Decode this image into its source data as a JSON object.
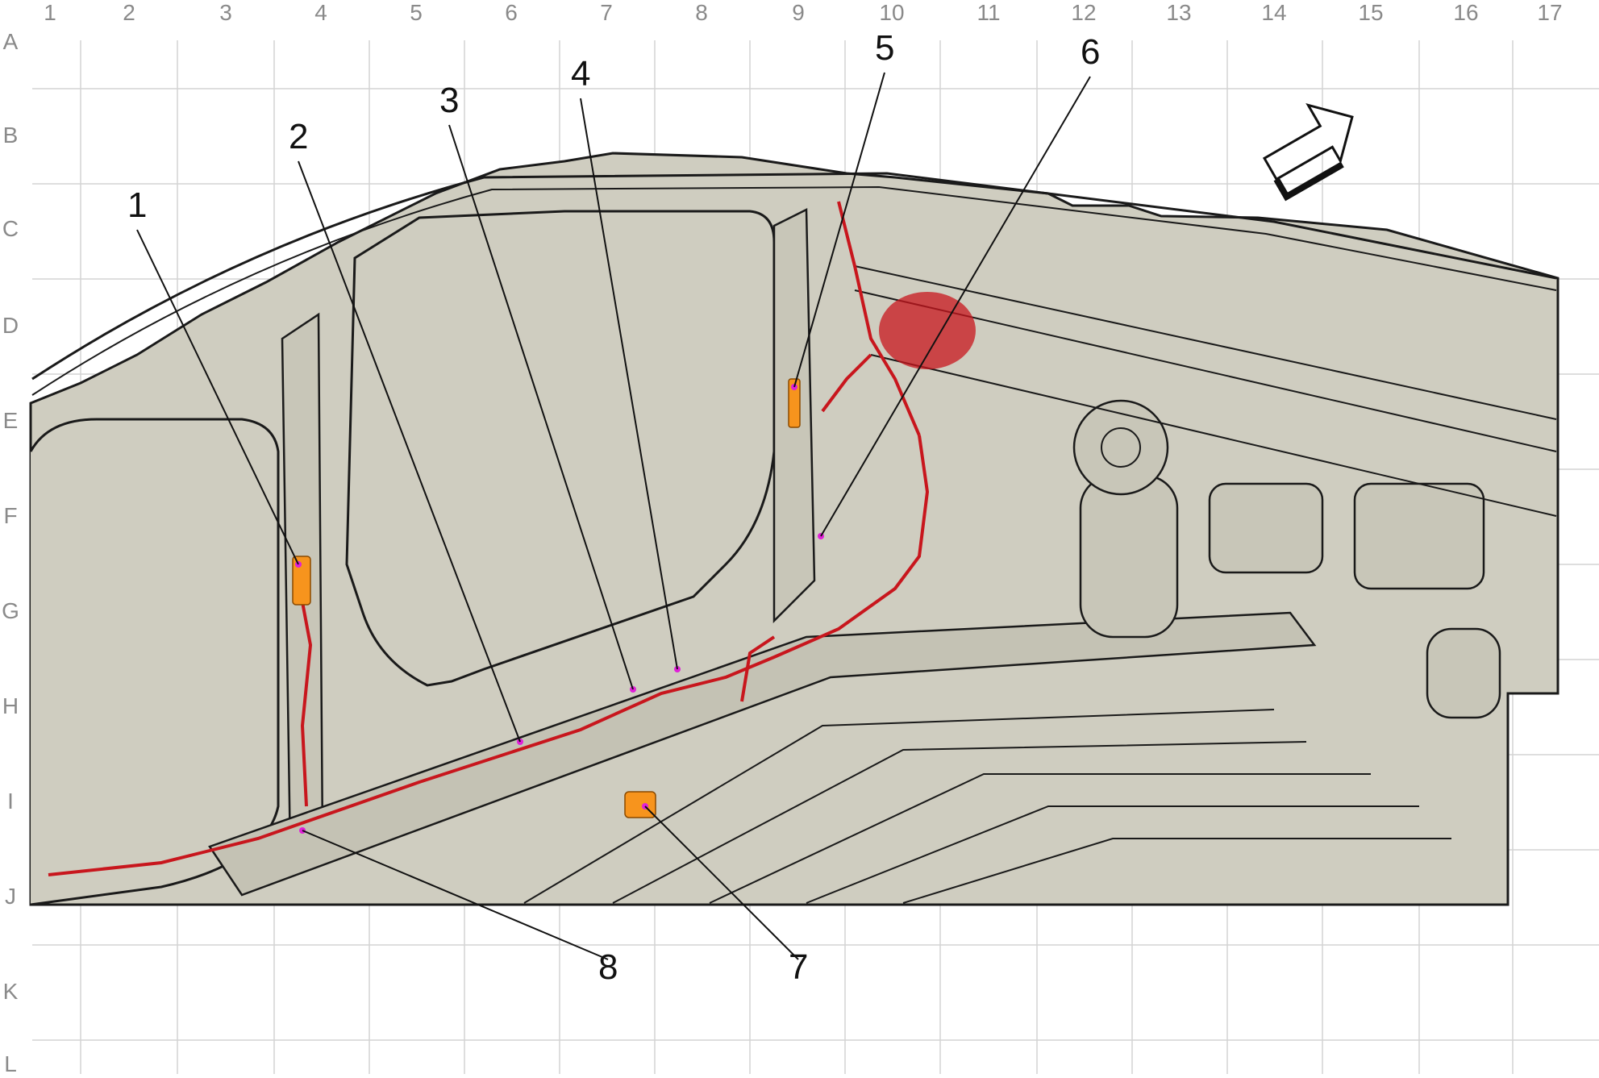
{
  "grid": {
    "columns": [
      "1",
      "2",
      "3",
      "4",
      "5",
      "6",
      "7",
      "8",
      "9",
      "10",
      "11",
      "12",
      "13",
      "14",
      "15",
      "16",
      "17"
    ],
    "rows": [
      "A",
      "B",
      "C",
      "D",
      "E",
      "F",
      "G",
      "H",
      "I",
      "J",
      "K",
      "L"
    ]
  },
  "callouts": [
    "1",
    "2",
    "3",
    "4",
    "5",
    "6",
    "7",
    "8"
  ],
  "colors": {
    "body_fill": "#cfcdc0",
    "outline": "#1a1a1a",
    "harness": "#c8161d",
    "connector": "#f7941d",
    "marker": "#e020d8",
    "grid": "#d0d0d0"
  },
  "icons": [
    "direction-arrow-icon"
  ]
}
